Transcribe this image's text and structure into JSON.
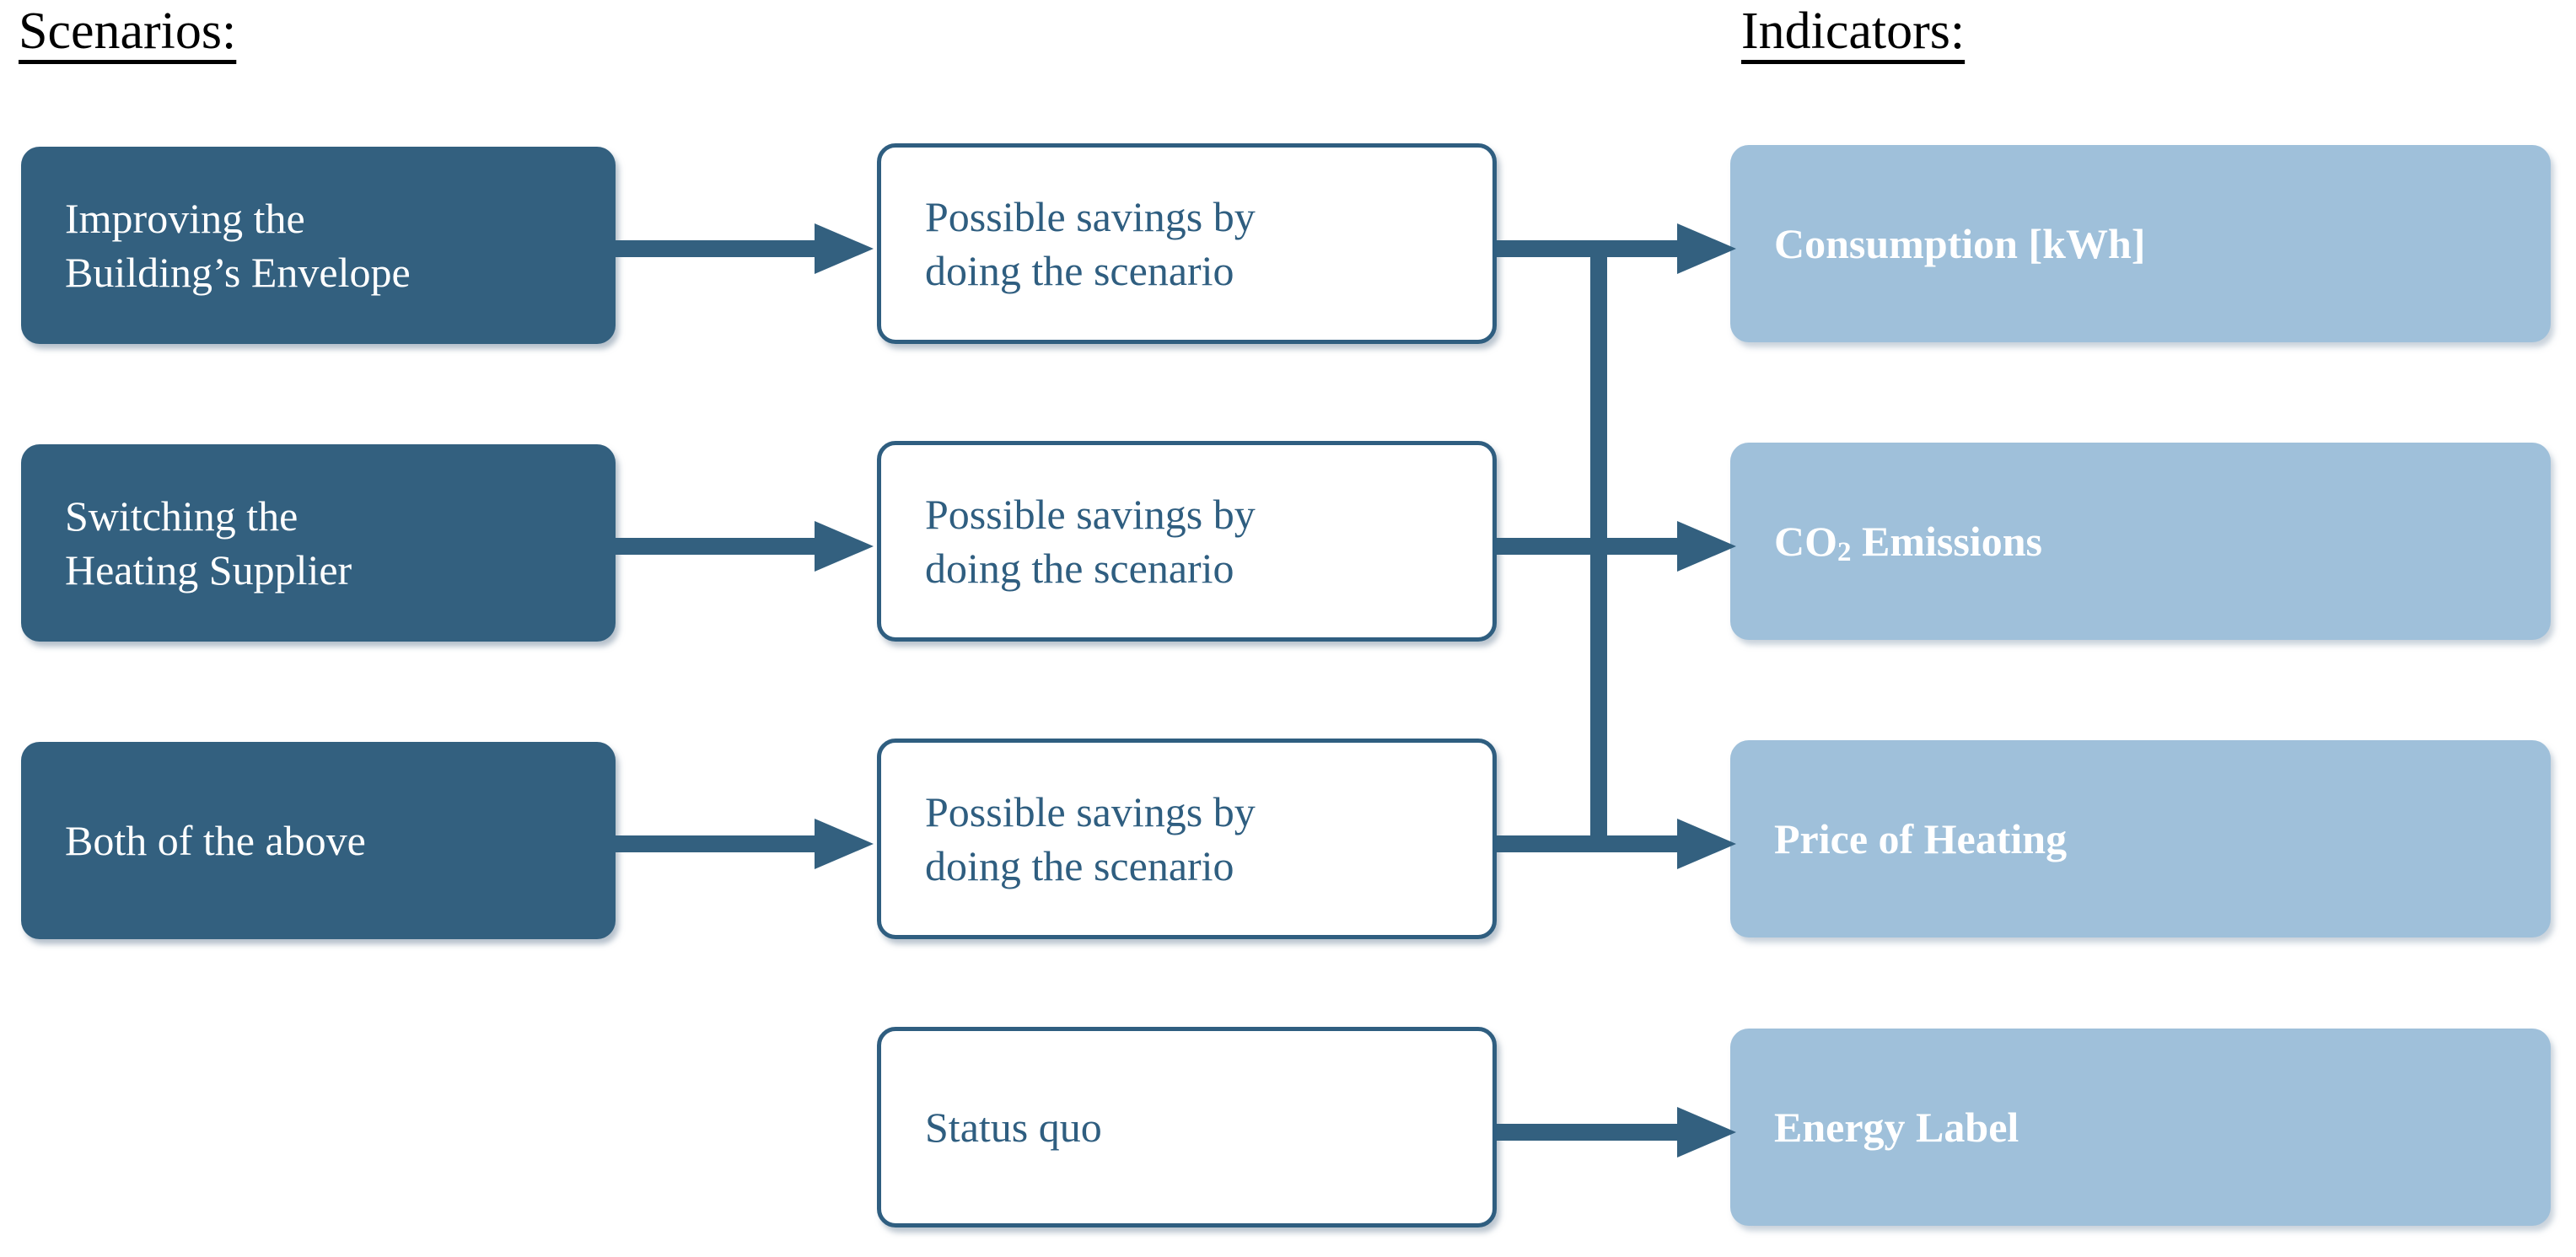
{
  "headings": {
    "scenarios": "Scenarios:",
    "indicators": "Indicators:"
  },
  "colors": {
    "scenario_fill": "#33607f",
    "savings_border": "#2f5e80",
    "savings_text": "#2f5e80",
    "indicator_fill": "#9fc0da",
    "arrow": "#33607f",
    "page_background": "#ffffff",
    "heading_text": "#000000"
  },
  "scenarios": [
    {
      "label": "Improving the\nBuilding’s Envelope"
    },
    {
      "label": "Switching the\nHeating Supplier"
    },
    {
      "label": "Both of the above"
    }
  ],
  "savings": [
    {
      "label": "Possible savings by\ndoing the scenario"
    },
    {
      "label": "Possible savings by\ndoing the scenario"
    },
    {
      "label": "Possible savings by\ndoing the scenario"
    },
    {
      "label": "Status quo"
    }
  ],
  "indicators": [
    {
      "label_main": "Consumption [kWh]",
      "label_sub": "",
      "label_tail": ""
    },
    {
      "label_main": "CO",
      "label_sub": "2",
      "label_tail": " Emissions"
    },
    {
      "label_main": "Price of Heating",
      "label_sub": "",
      "label_tail": ""
    },
    {
      "label_main": "Energy Label",
      "label_sub": "",
      "label_tail": ""
    }
  ],
  "connectors": {
    "scenario_to_savings": "arrow-right",
    "savings_to_indicator": "arrow-right",
    "shared_bus": "vertical-join-line"
  }
}
